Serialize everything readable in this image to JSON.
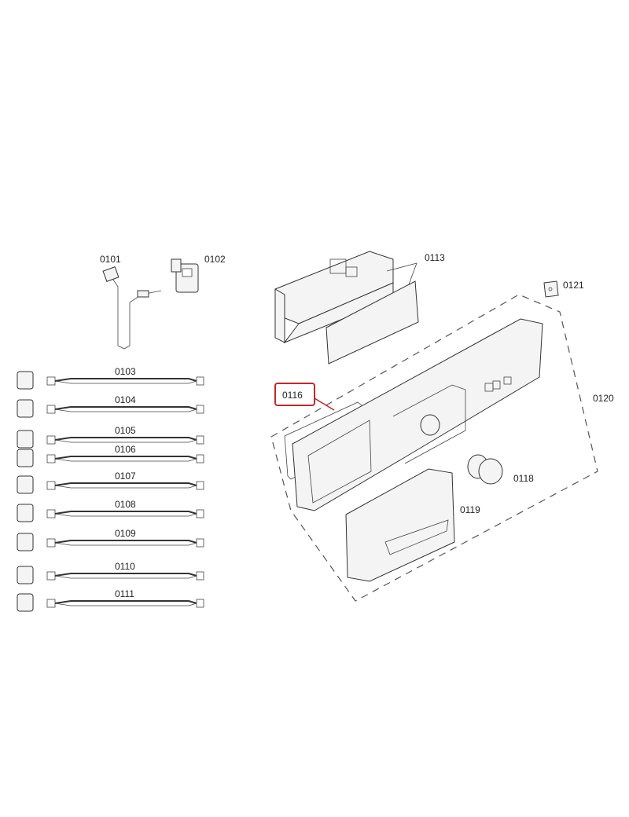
{
  "diagram": {
    "highlight_color": "#c0282d",
    "labels": {
      "p0101": "0101",
      "p0102": "0102",
      "p0113": "0113",
      "p0121": "0121",
      "p0116": "0116",
      "p0120": "0120",
      "p0118": "0118",
      "p0119": "0119"
    },
    "harnesses": [
      "0103",
      "0104",
      "0105",
      "0106",
      "0107",
      "0108",
      "0109",
      "0110",
      "0111"
    ]
  }
}
